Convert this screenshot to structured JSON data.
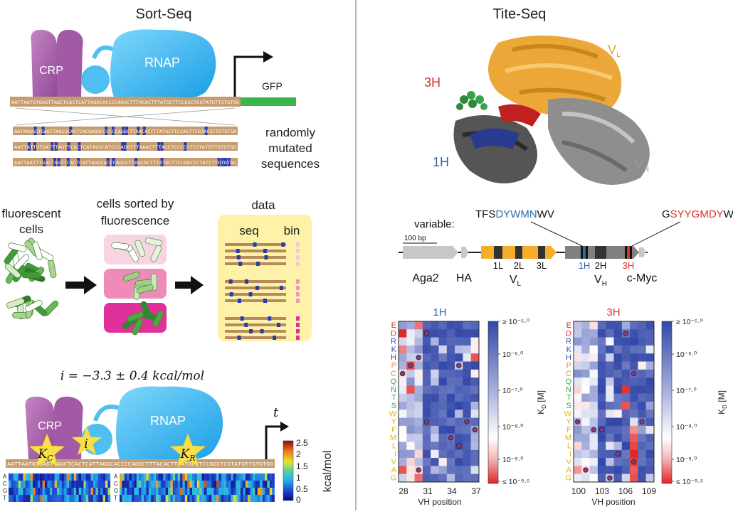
{
  "left": {
    "title": "Sort-Seq",
    "construct": {
      "crp": "CRP",
      "rnap": "RNAP",
      "gfp": "GFP",
      "wt_sequence": "AATTAATGTGAGTTAGCTCACTCATTAGGCACCCCAGGCTTTACACTTTATGCTTCCGGCTCGTATGTTGTGTGG"
    },
    "mutants": {
      "label_lines": [
        "randomly",
        "mutated",
        "sequences"
      ],
      "rows": [
        "AATAAAGGTGAGTTAGCGCACTCACGAGGCCCCCCAGGCTTAACACTTTATGCTTCCAGTTCGTACGTTGTGTGA",
        "AATTATTGTGATTTAGTTCACTCATAGGCATCCCAGGTTTAAACTTTAGCTCCCCGTCGTATGTTGTGTGG",
        "AATTAATTTGAGTAGTTCACTCATTAGGCACCCAGGCTTAACACTTTATGCTTCCGGCTCTATCTTGTGTAG"
      ]
    },
    "workflow": {
      "fluor_label_lines": [
        "fluorescent",
        "cells"
      ],
      "sorted_label_lines": [
        "cells sorted by",
        "fluorescence"
      ],
      "data_title": "data",
      "col_seq": "seq",
      "col_bin": "bin"
    },
    "model": {
      "equation": "i = −3.3 ± 0.4 kcal/mol",
      "crp": "CRP",
      "rnap": "RNAP",
      "kc": "K",
      "kc_sub": "C",
      "i": "i",
      "kr": "K",
      "kr_sub": "R",
      "t": "t",
      "colorbar": {
        "label": "kcal/mol",
        "ticks": [
          "2.5",
          "2",
          "1.5",
          "1",
          "0.5",
          "0"
        ]
      },
      "bases": [
        "A",
        "C",
        "G",
        "T"
      ]
    }
  },
  "right": {
    "title": "Tite-Seq",
    "structure": {
      "vl": "V",
      "vl_sub": "L",
      "vh": "V",
      "vh_sub": "H",
      "h3": "3H",
      "h1": "1H"
    },
    "gene_map": {
      "variable_label": "variable:",
      "seq1_pre": "TFS",
      "seq1_var": "DYWMN",
      "seq1_post": "WV",
      "seq2_pre": "G",
      "seq2_var": "SYYGMDY",
      "seq2_post": "WG",
      "scale": "100 bp",
      "segments": [
        "1L",
        "2L",
        "3L",
        "1H",
        "2H",
        "3H"
      ],
      "aga2": "Aga2",
      "ha": "HA",
      "vl": "V",
      "vl_sub": "L",
      "vh": "V",
      "vh_sub": "H",
      "cmyc": "c-Myc"
    },
    "heatmaps": {
      "amino_acids": [
        "E",
        "D",
        "R",
        "K",
        "H",
        "P",
        "C",
        "Q",
        "N",
        "T",
        "S",
        "W",
        "Y",
        "F",
        "M",
        "L",
        "I",
        "V",
        "A",
        "G"
      ],
      "aa_colors": {
        "E": "#e0302a",
        "D": "#e0302a",
        "R": "#3a55b4",
        "K": "#3a55b4",
        "H": "#3a55b4",
        "P": "#f08a2c",
        "C": "#f08a2c",
        "Q": "#3aaa48",
        "N": "#3aaa48",
        "T": "#3aaa48",
        "S": "#3aaa48",
        "W": "#e8b60c",
        "Y": "#e8b60c",
        "F": "#e8b60c",
        "M": "#e8b60c",
        "L": "#e8b60c",
        "I": "#e8b60c",
        "V": "#e8b60c",
        "A": "#e8b60c",
        "G": "#e8b60c"
      },
      "xlabel": "VH position",
      "ylabel": "K",
      "ylabel_sub": "D",
      "ylabel_unit": " [M]",
      "panels": [
        {
          "title": "1H",
          "title_color": "#2c6aa8",
          "xticks": [
            "28",
            "31",
            "34",
            "37"
          ],
          "wt": [
            [
              1,
              5
            ],
            [
              3,
              1
            ],
            [
              6,
              14
            ],
            [
              7,
              15
            ],
            [
              0,
              6
            ],
            [
              2,
              4
            ],
            [
              9,
              13
            ],
            [
              7,
              5
            ],
            [
              2,
              18
            ],
            [
              8,
              12
            ],
            [
              3,
              12
            ]
          ],
          "hot": [
            [
              0,
              1
            ],
            [
              0,
              3
            ],
            [
              0,
              18
            ],
            [
              1,
              5
            ],
            [
              1,
              8
            ],
            [
              2,
              0
            ],
            [
              2,
              19
            ],
            [
              9,
              4
            ]
          ],
          "cold": [
            [
              9,
              2
            ],
            [
              9,
              3
            ],
            [
              9,
              6
            ],
            [
              5,
              17
            ]
          ]
        },
        {
          "title": "3H",
          "title_color": "#e0302a",
          "xticks": [
            "100",
            "103",
            "106",
            "109"
          ],
          "wt": [
            [
              6,
              1
            ],
            [
              7,
              6
            ],
            [
              0,
              12
            ],
            [
              2,
              13
            ],
            [
              3,
              13
            ],
            [
              5,
              16
            ],
            [
              8,
              12
            ],
            [
              7,
              17
            ],
            [
              1,
              18
            ],
            [
              4,
              19
            ]
          ],
          "hot": [
            [
              7,
              13
            ],
            [
              7,
              14
            ],
            [
              7,
              15
            ],
            [
              7,
              16
            ],
            [
              7,
              17
            ],
            [
              7,
              18
            ],
            [
              7,
              19
            ],
            [
              0,
              18
            ],
            [
              6,
              10
            ],
            [
              6,
              8
            ]
          ],
          "cold": [
            [
              8,
              5
            ],
            [
              2,
              4
            ],
            [
              5,
              11
            ]
          ]
        }
      ],
      "colorbar_labels": [
        "≥ 10⁻⁵·⁰",
        "10⁻⁶·⁰",
        "10⁻⁷·⁰",
        "10⁻⁸·⁰",
        "10⁻⁹·⁰",
        "≤ 10⁻⁹·⁵"
      ]
    }
  }
}
